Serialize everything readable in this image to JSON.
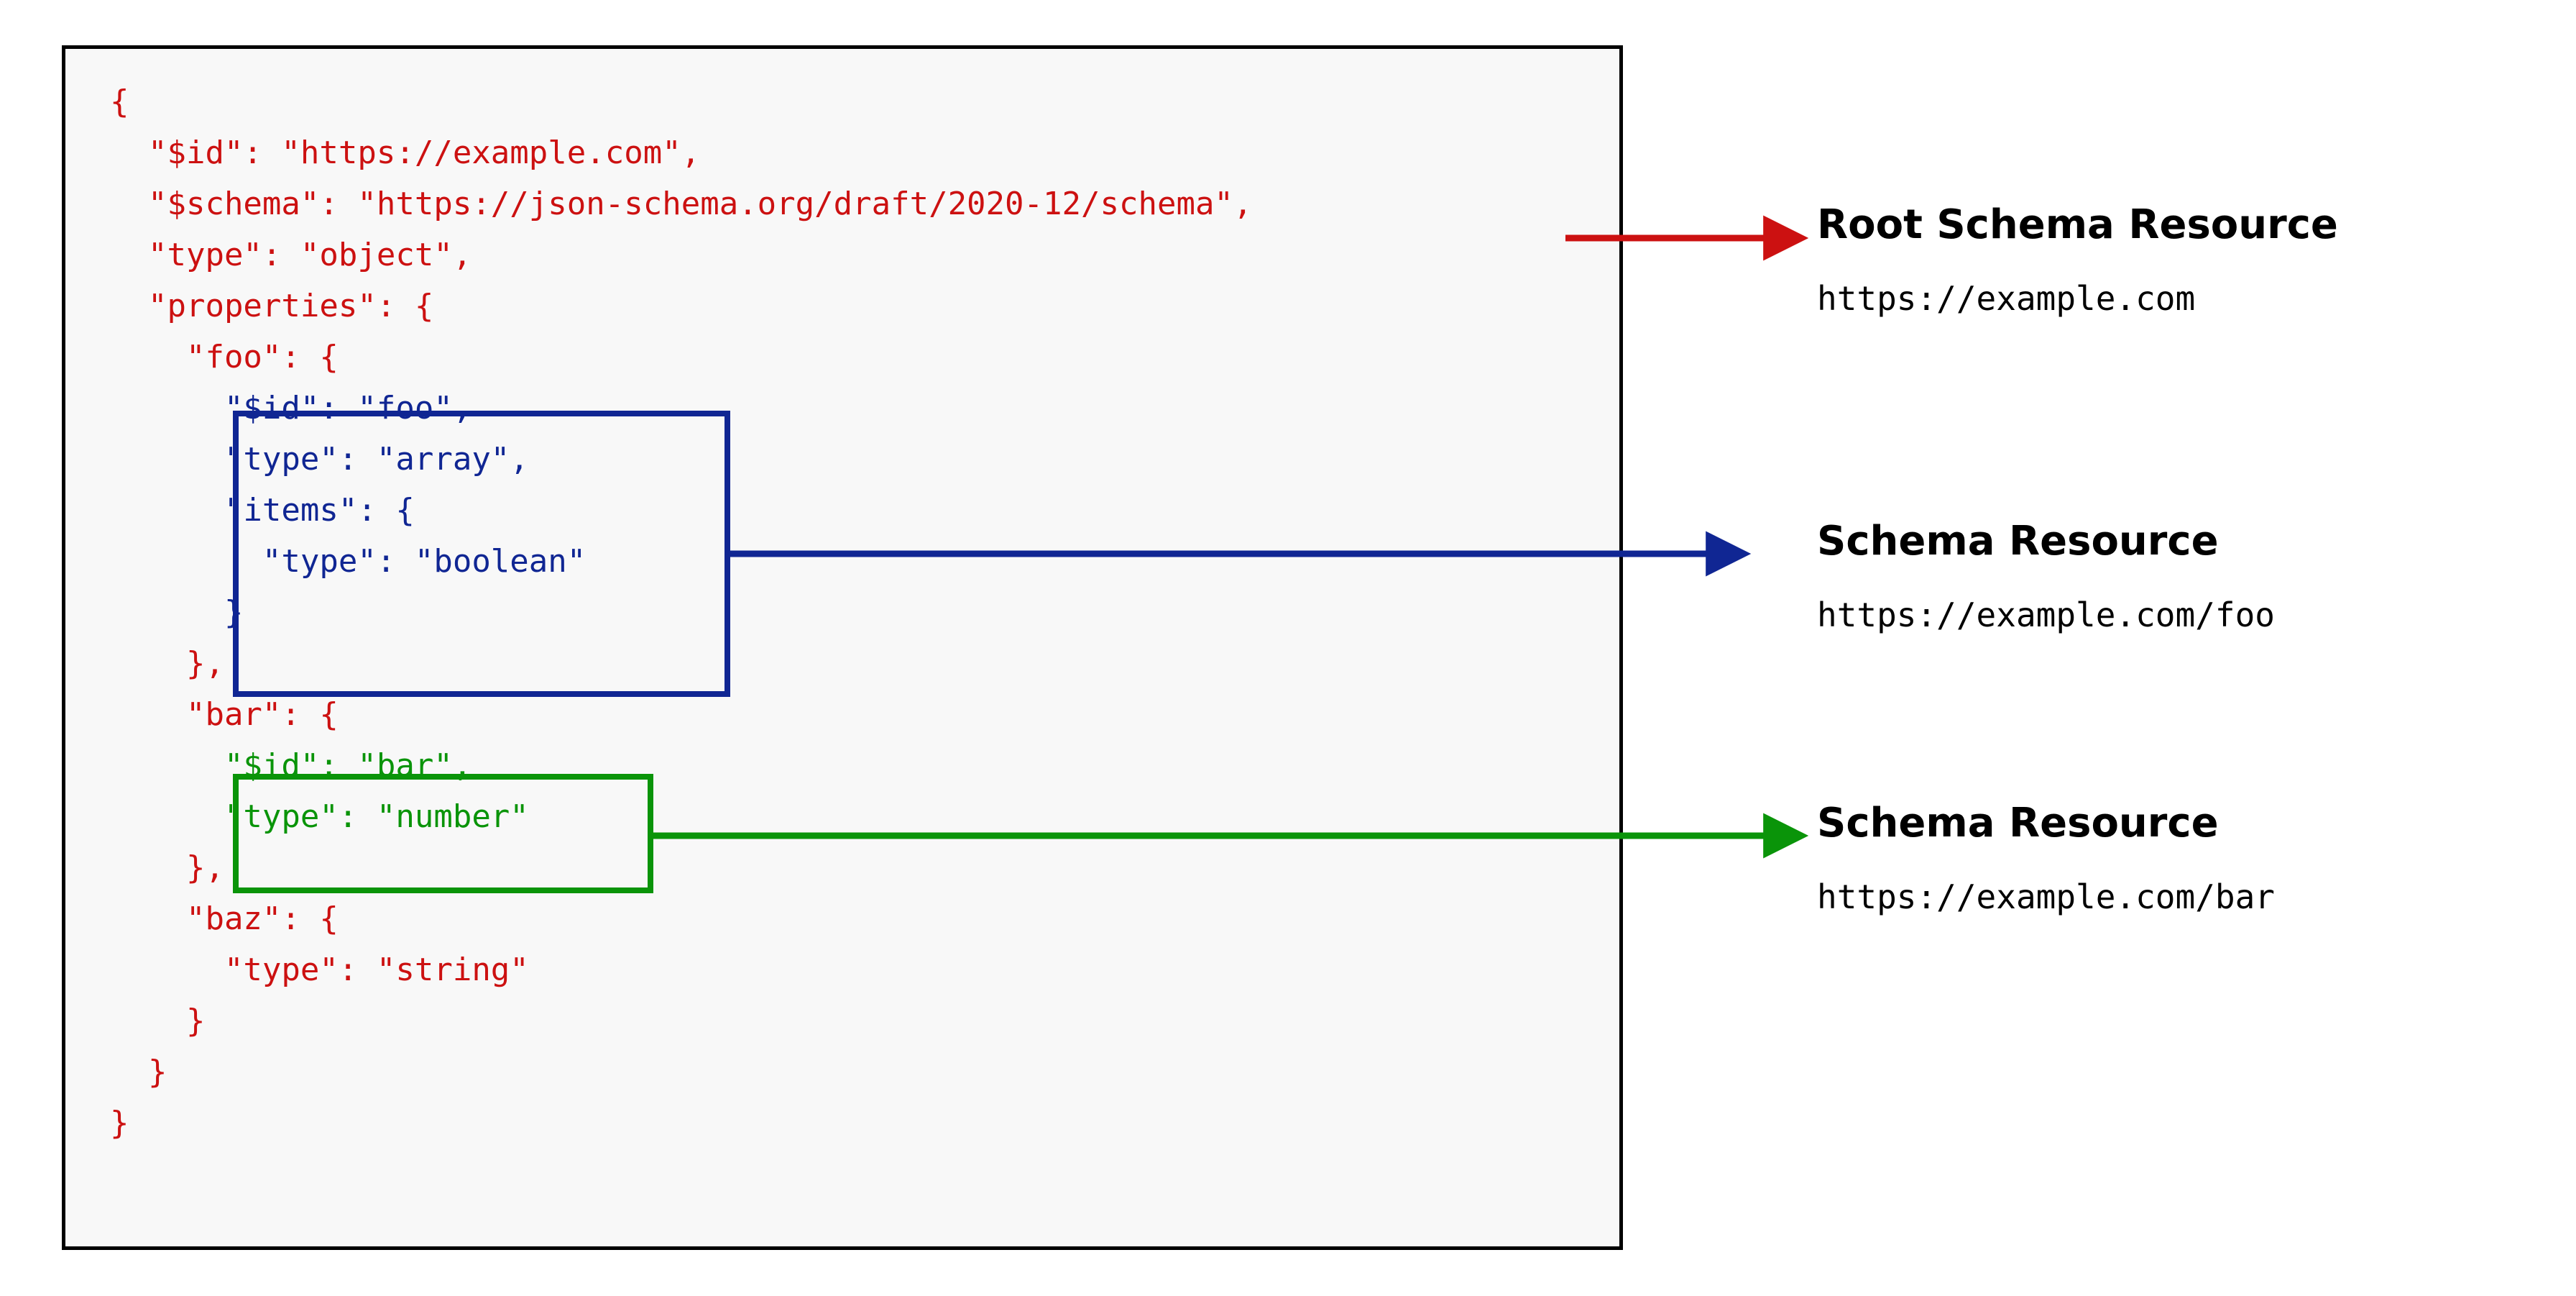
{
  "diagram": {
    "title_semantic": "json-schema-resource-identification",
    "colors": {
      "panel_border": "#000000",
      "panel_background": "#f8f8f8",
      "root_schema": "#cc1111",
      "foo_schema": "#102693",
      "bar_schema": "#0a9409",
      "label_text": "#000000"
    }
  },
  "code": {
    "language": "json",
    "lines": [
      {
        "indent": 0,
        "text": "{",
        "color": "red"
      },
      {
        "indent": 2,
        "text": "\"$id\": \"https://example.com\",",
        "color": "red"
      },
      {
        "indent": 2,
        "text": "\"$schema\": \"https://json-schema.org/draft/2020-12/schema\",",
        "color": "red"
      },
      {
        "indent": 2,
        "text": "\"type\": \"object\",",
        "color": "red"
      },
      {
        "indent": 2,
        "text": "\"properties\": {",
        "color": "red"
      },
      {
        "indent": 4,
        "text": "\"foo\": {",
        "color": "red"
      },
      {
        "indent": 6,
        "text": "\"$id\": \"foo\",",
        "color": "blue"
      },
      {
        "indent": 6,
        "text": "\"type\": \"array\",",
        "color": "blue"
      },
      {
        "indent": 6,
        "text": "\"items\": {",
        "color": "blue"
      },
      {
        "indent": 8,
        "text": "\"type\": \"boolean\"",
        "color": "blue"
      },
      {
        "indent": 6,
        "text": "}",
        "color": "blue"
      },
      {
        "indent": 4,
        "text": "},",
        "color": "red"
      },
      {
        "indent": 4,
        "text": "\"bar\": {",
        "color": "red"
      },
      {
        "indent": 6,
        "text": "\"$id\": \"bar\",",
        "color": "green"
      },
      {
        "indent": 6,
        "text": "\"type\": \"number\"",
        "color": "green"
      },
      {
        "indent": 4,
        "text": "},",
        "color": "red"
      },
      {
        "indent": 4,
        "text": "\"baz\": {",
        "color": "red"
      },
      {
        "indent": 6,
        "text": "\"type\": \"string\"",
        "color": "red"
      },
      {
        "indent": 4,
        "text": "}",
        "color": "red"
      },
      {
        "indent": 2,
        "text": "}",
        "color": "red"
      },
      {
        "indent": 0,
        "text": "}",
        "color": "red"
      }
    ]
  },
  "callouts": [
    {
      "id": "root",
      "title": "Root Schema Resource",
      "uri": "https://example.com",
      "color": "#cc1111"
    },
    {
      "id": "foo",
      "title": "Schema Resource",
      "uri": "https://example.com/foo",
      "color": "#102693"
    },
    {
      "id": "bar",
      "title": "Schema Resource",
      "uri": "https://example.com/bar",
      "color": "#0a9409"
    }
  ]
}
